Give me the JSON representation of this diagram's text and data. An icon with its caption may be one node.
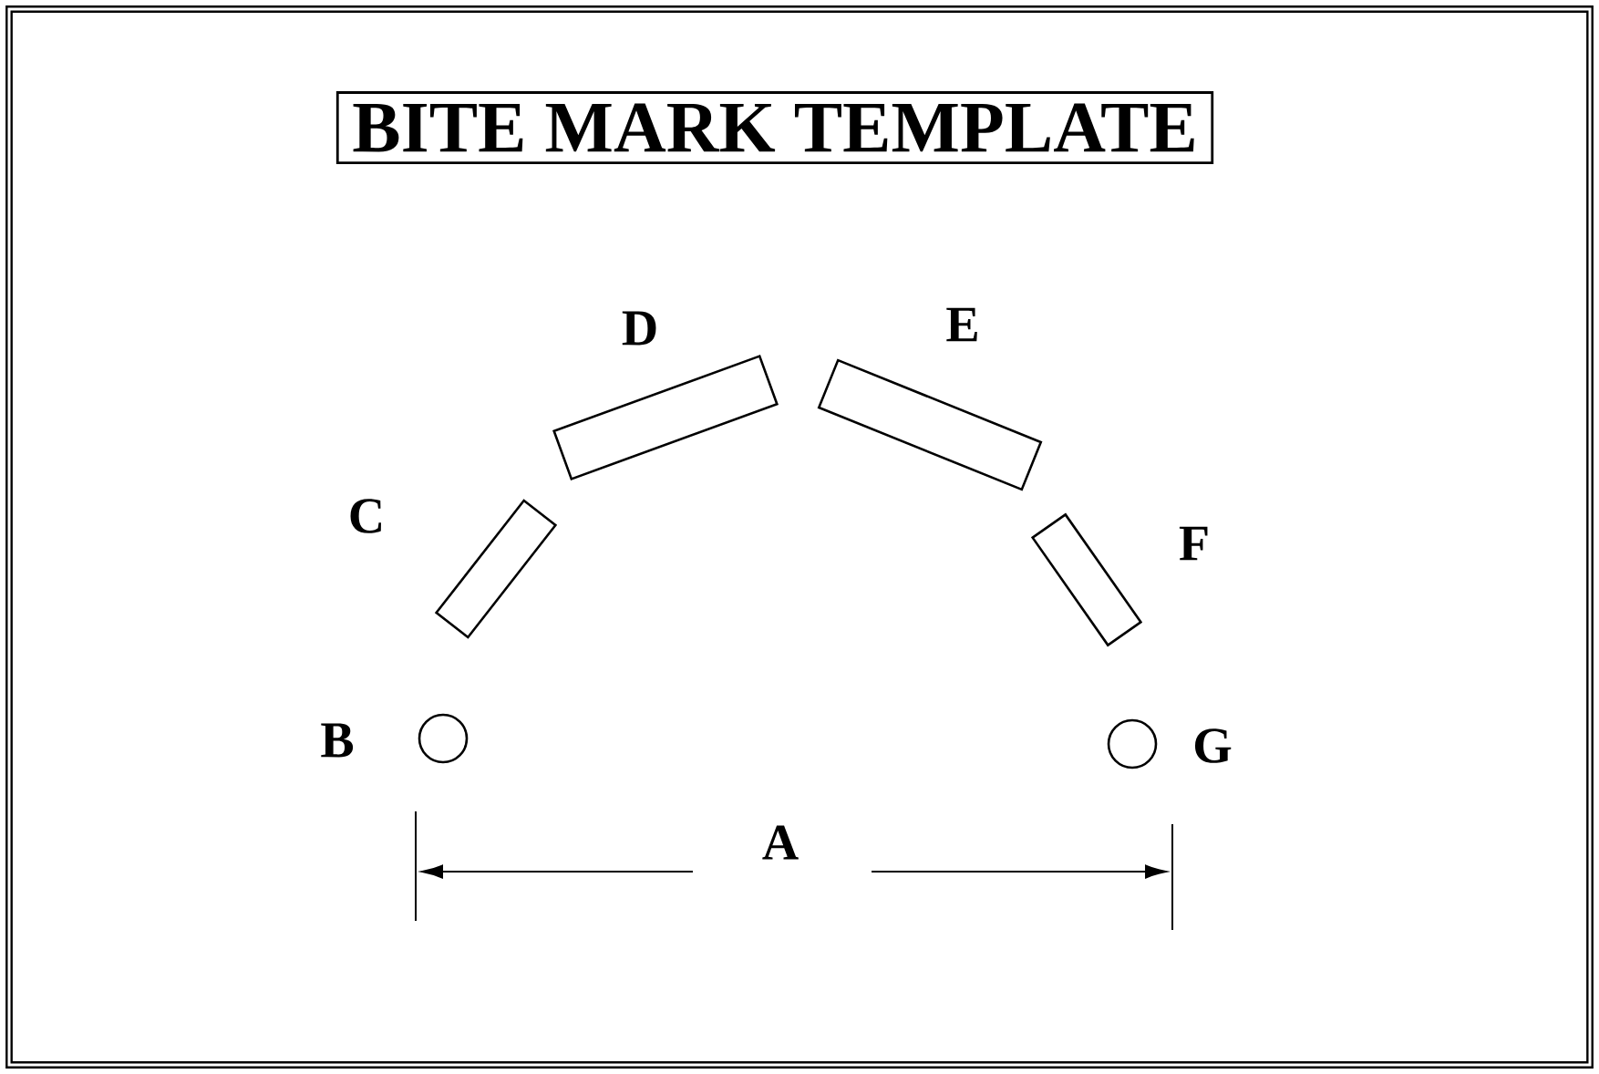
{
  "diagram": {
    "nodes": [
      {
        "text": [
          "BITE MARK TEMPLATE"
        ]
      },
      {
        "text": [],
        "shape": "circle",
        "beside": [
          "B"
        ]
      },
      {
        "text": [],
        "shape": "box",
        "beside": [
          "C"
        ]
      },
      {
        "text": [],
        "shape": "box",
        "beside": [
          "D"
        ]
      },
      {
        "text": [],
        "shape": "box",
        "beside": [
          "E"
        ]
      },
      {
        "text": [],
        "shape": "box",
        "beside": [
          "F"
        ]
      },
      {
        "text": [],
        "shape": "circle",
        "beside": [
          "G"
        ]
      }
    ],
    "labels": [
      "A"
    ]
  }
}
